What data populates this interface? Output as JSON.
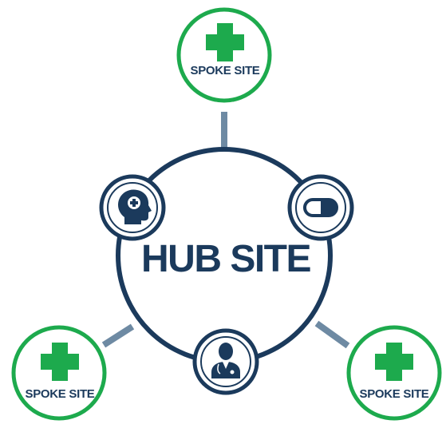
{
  "hub": {
    "label": "HUB SITE",
    "icons": [
      "mental-health-head-icon",
      "pill-capsule-icon",
      "doctor-icon"
    ]
  },
  "spokes": [
    {
      "label": "SPOKE SITE",
      "icon": "medical-cross-icon"
    },
    {
      "label": "SPOKE SITE",
      "icon": "medical-cross-icon"
    },
    {
      "label": "SPOKE SITE",
      "icon": "medical-cross-icon"
    }
  ],
  "colors": {
    "navy": "#1b3a5c",
    "green": "#1daa4d",
    "connector": "#6e8aa3",
    "background": "#ffffff"
  }
}
